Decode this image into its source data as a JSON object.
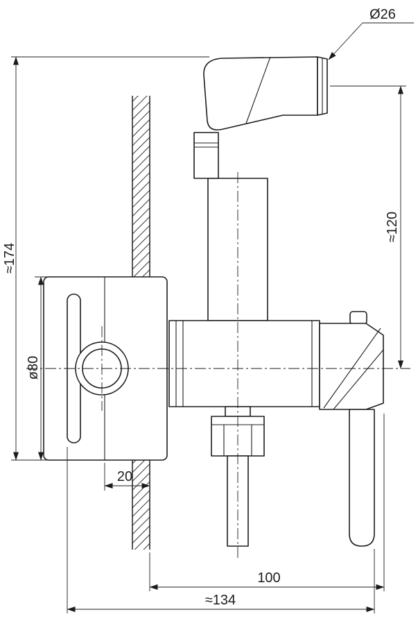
{
  "dimensions": {
    "head_diameter": "Ø26",
    "sprayer_height": "≈120",
    "total_height": "≈174",
    "plate_diameter": "ø80",
    "plate_offset": "20",
    "wall_to_handle": "100",
    "total_depth": "≈134"
  },
  "colors": {
    "line": "#1c1c1c",
    "background": "#ffffff"
  }
}
